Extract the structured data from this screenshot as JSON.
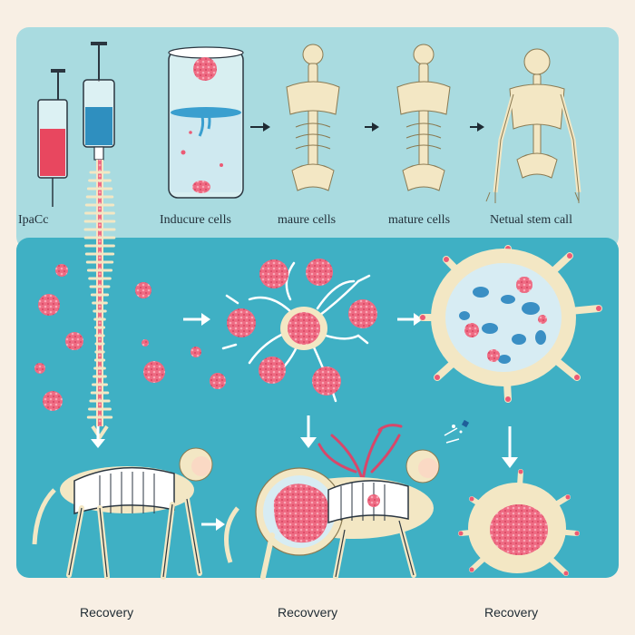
{
  "labels": {
    "ipsc": "IpaCc",
    "induced": "Inducure cells",
    "mature1": "maure cells",
    "mature2": "mature cells",
    "neural": "Netual stem call",
    "recovery1": "Recovery",
    "recovery2": "Recovvery",
    "recovery3": "Recovery"
  },
  "colors": {
    "background": "#f8efe4",
    "top_panel": "#a9dbe0",
    "bottom_panel": "#3fb0c4",
    "cell_pink": "#ec5a74",
    "bone": "#f3e7c4",
    "arrow": "#1f2b33"
  },
  "icons": [
    "syringe-icon",
    "syringe-icon",
    "beaker-icon",
    "spine-icon",
    "spine-icon",
    "skeleton-icon",
    "arrow-right-icon",
    "arrow-down-icon",
    "neuron-icon",
    "monkey-skeleton-icon",
    "cell-icon"
  ]
}
